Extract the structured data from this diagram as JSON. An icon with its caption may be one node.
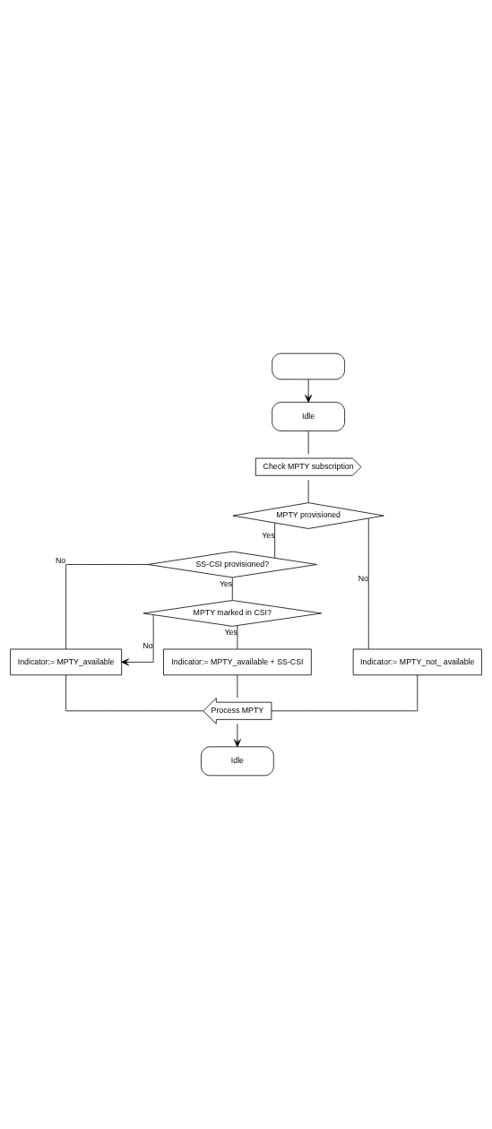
{
  "diagram": {
    "nodes": [
      {
        "text": [],
        "shape": "capsule"
      },
      {
        "text": [
          "Idle"
        ]
      },
      {
        "text": [
          "Check MPTY subscription"
        ]
      },
      {
        "text": [
          "MPTY provisioned"
        ]
      },
      {
        "text": [
          "SS-CSI provisioned?"
        ]
      },
      {
        "text": [
          "MPTY marked in CSI?"
        ]
      },
      {
        "text": [
          "Indicator:= MPTY_available"
        ]
      },
      {
        "text": [
          "Indicator:= MPTY_available + SS-CSI"
        ]
      },
      {
        "text": [
          "Indicator:= MPTY_not_ available"
        ]
      },
      {
        "text": [
          "Process MPTY"
        ]
      },
      {
        "text": [
          "Idle"
        ]
      }
    ],
    "edges": [
      {
        "from": 0,
        "to": 1,
        "arrow": "to"
      },
      {
        "from": 1,
        "to": 2,
        "arrow": "none"
      },
      {
        "from": 2,
        "to": 3,
        "arrow": "none"
      },
      {
        "from": 3,
        "to": 8,
        "arrow": "none",
        "label": "No"
      },
      {
        "from": 3,
        "to": 4,
        "arrow": "none",
        "label": "Yes"
      },
      {
        "from": 4,
        "to": 6,
        "arrow": "none",
        "label": "No"
      },
      {
        "from": 4,
        "to": 5,
        "arrow": "none",
        "label": "Yes"
      },
      {
        "from": 5,
        "to": 6,
        "arrow": "to",
        "label": "No"
      },
      {
        "from": 5,
        "to": 7,
        "arrow": "none",
        "label": "Yes"
      },
      {
        "from": 6,
        "to": 9,
        "arrow": "none"
      },
      {
        "from": 7,
        "to": 9,
        "arrow": "none"
      },
      {
        "from": 8,
        "to": 9,
        "arrow": "none"
      },
      {
        "from": 9,
        "to": 10,
        "arrow": "to"
      }
    ]
  }
}
